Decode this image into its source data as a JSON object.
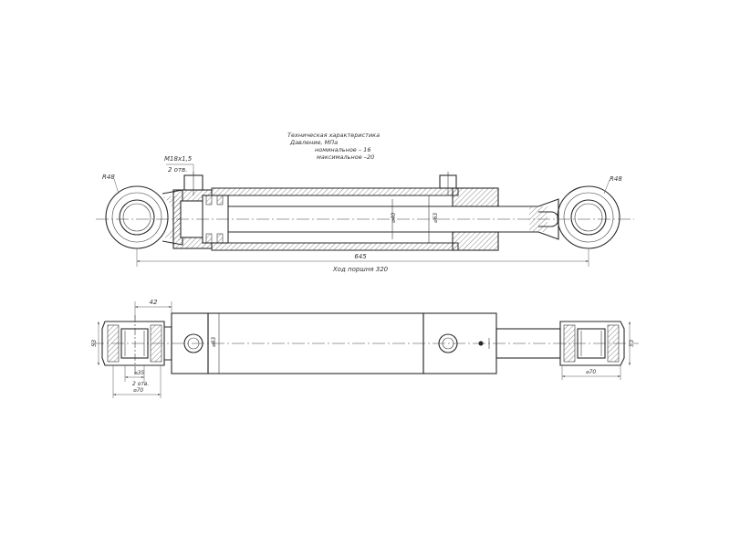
{
  "spec": {
    "title": "Техническая характеристика",
    "pressure_label": "Давление, МПа",
    "nominal": "номинальное – 16",
    "maximum": "максимальное –20"
  },
  "dims": {
    "port_thread": "M18x1,5",
    "port_count": "2 отв.",
    "radius_left": "R48",
    "radius_right": "R48",
    "rod_diameter": "⌀40",
    "bore_diameter": "⌀63",
    "total_length": "645",
    "stroke": "Ход поршня 320",
    "offset_42": "42",
    "height_left": "53",
    "height_right": "53",
    "tube_outer": "⌀83",
    "pin_hole": "⌀35",
    "pin_count": "2 отв.",
    "eye_width_left": "⌀70",
    "eye_width_right": "⌀70"
  }
}
